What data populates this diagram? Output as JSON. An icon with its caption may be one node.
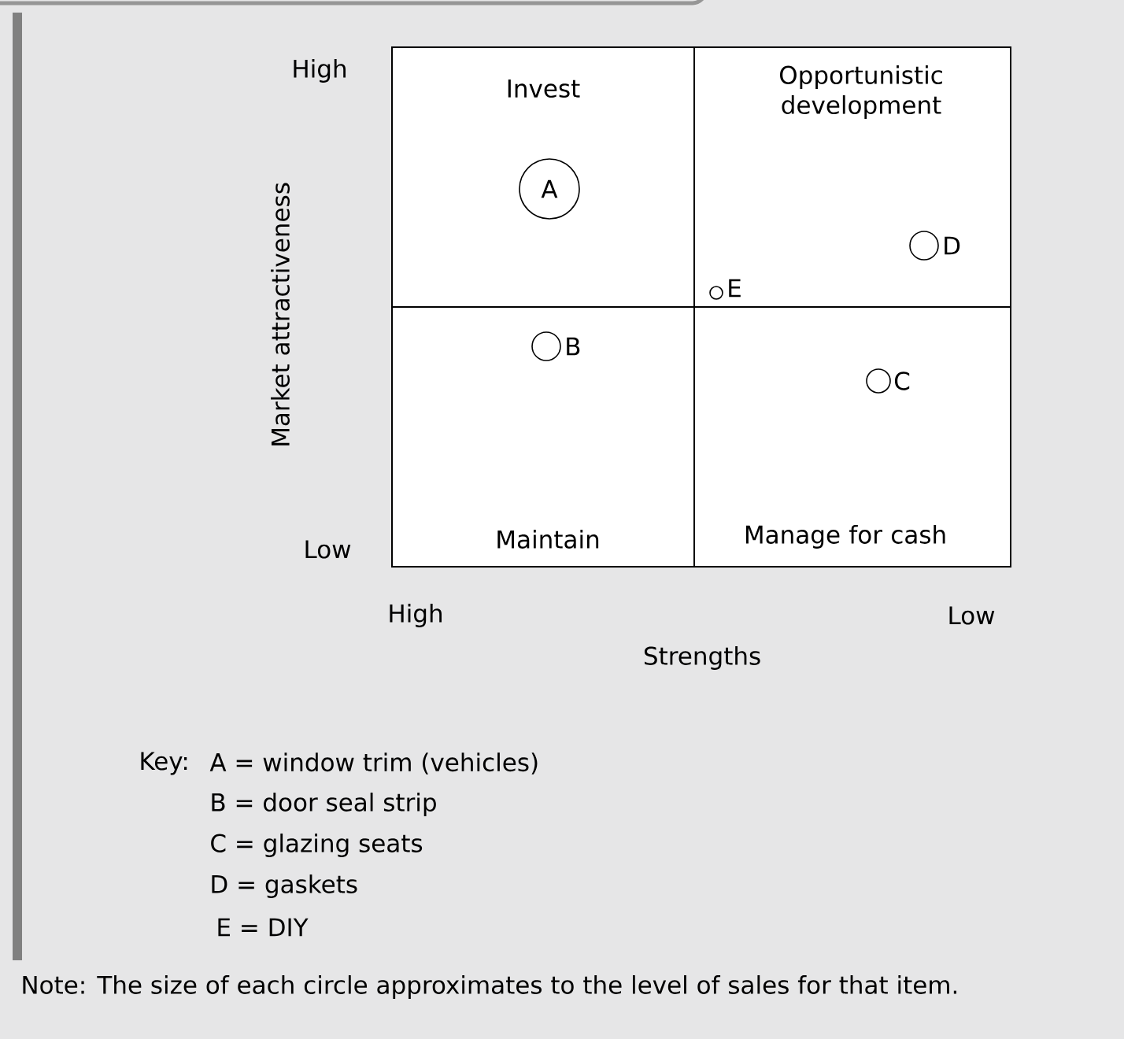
{
  "diagram": {
    "nodes": [
      {
        "text": [
          "Invest"
        ]
      },
      {
        "text": [
          "Opportunistic development"
        ]
      },
      {
        "text": [
          "Maintain"
        ]
      },
      {
        "text": [
          "Manage for cash"
        ]
      },
      {
        "text": [
          "A"
        ],
        "in": 0
      },
      {
        "text": [],
        "shape": "circle",
        "beside": [
          "D"
        ],
        "in": 1
      },
      {
        "text": [],
        "shape": "circle",
        "beside": [
          "E"
        ],
        "in": 1
      },
      {
        "text": [],
        "shape": "circle",
        "beside": [
          "B"
        ],
        "in": 2
      },
      {
        "text": [],
        "shape": "circle",
        "beside": [
          "C"
        ],
        "in": 3
      }
    ],
    "labels": [
      "High",
      "Market attractiveness",
      "Low",
      "High",
      "Low",
      "Strengths",
      "Key:",
      "A = window trim (vehicles)",
      "B = door seal strip",
      "C = glazing seats",
      "D = gaskets",
      "E = DIY",
      "Note:  The size of each circle approximates to the level of sales for that item."
    ]
  }
}
